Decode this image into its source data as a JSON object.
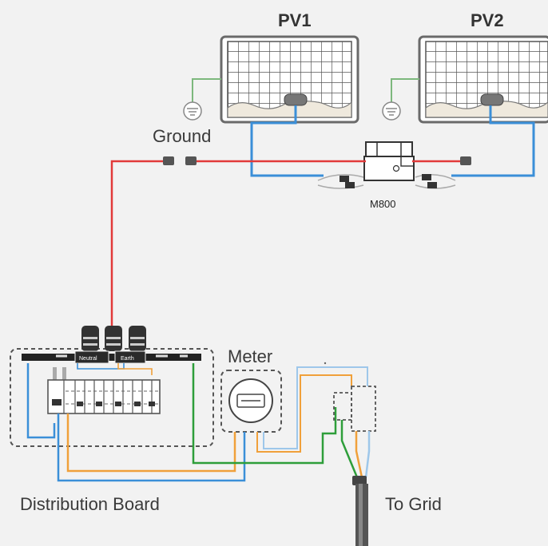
{
  "labels": {
    "pv1": "PV1",
    "pv2": "PV2",
    "ground": "Ground",
    "inverter": "M800",
    "meter": "Meter",
    "distribution_board": "Distribution Board",
    "to_grid": "To Grid",
    "neutral": "Neutral",
    "earth": "Earth"
  },
  "colors": {
    "background": "#f2f2f2",
    "ac_live_wire": "#e23a3a",
    "dc_wire": "#3b8fd8",
    "ground_wire": "#7db87d",
    "earth_wire": "#2e9e3a",
    "neutral_wire": "#3b8fd8",
    "live_wire": "#f0a03a"
  },
  "icons": [
    "solar-panel-icon",
    "ground-symbol-icon",
    "microinverter-icon",
    "energy-meter-icon",
    "circuit-breaker-icon",
    "cable-gland-icon",
    "grid-cable-icon"
  ]
}
